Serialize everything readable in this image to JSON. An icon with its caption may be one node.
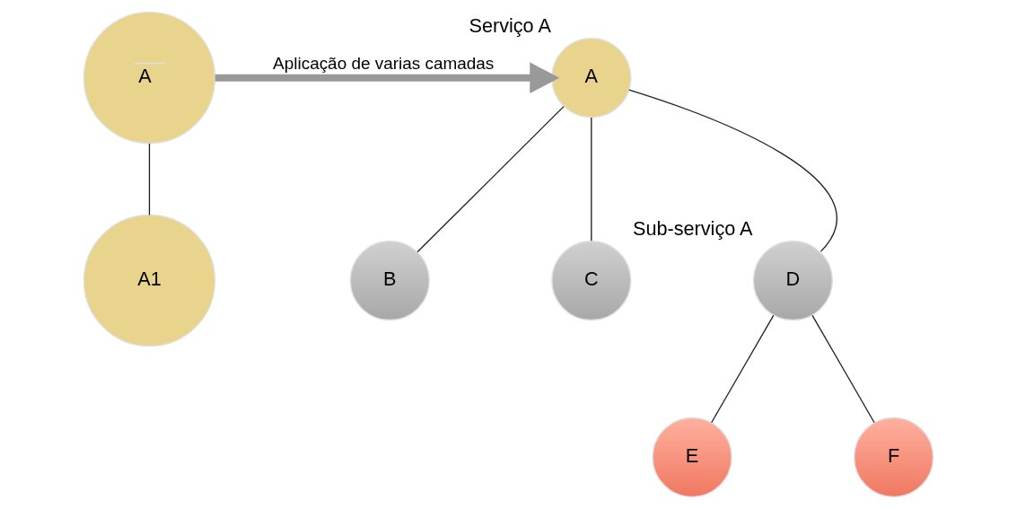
{
  "diagram": {
    "nodes": [
      {
        "text": [
          "A"
        ]
      },
      {
        "text": [
          "A1"
        ]
      },
      {
        "text": [
          "A"
        ],
        "beside": [
          "Serviço A"
        ]
      },
      {
        "text": [
          "B"
        ]
      },
      {
        "text": [
          "C"
        ]
      },
      {
        "text": [
          "D"
        ],
        "beside": [
          "Sub-serviço A"
        ]
      },
      {
        "text": [
          "E"
        ]
      },
      {
        "text": [
          "F"
        ]
      }
    ],
    "edges": [
      {
        "from": 0,
        "to": 1,
        "arrow": "none"
      },
      {
        "from": 0,
        "to": 2,
        "arrow": "to",
        "style": "thick",
        "color": "#999999",
        "label": "Aplicação de varias camadas"
      },
      {
        "from": 2,
        "to": 3,
        "arrow": "none"
      },
      {
        "from": 2,
        "to": 4,
        "arrow": "none"
      },
      {
        "from": 2,
        "to": 5,
        "arrow": "none"
      },
      {
        "from": 5,
        "to": 6,
        "arrow": "none"
      },
      {
        "from": 5,
        "to": 7,
        "arrow": "none"
      }
    ]
  }
}
